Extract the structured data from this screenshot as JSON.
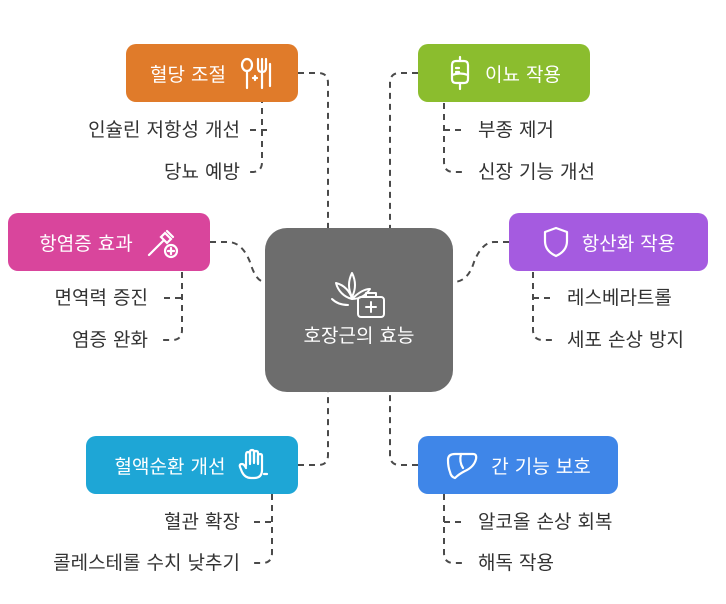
{
  "center": {
    "title": "호장근의 효능",
    "icon": "herb-medical-kit-icon"
  },
  "branches": {
    "blood_sugar": {
      "label": "혈당 조절",
      "color": "#e07b2a",
      "icon": "fork-spoon-icon",
      "items": [
        "인슐린 저항성 개선",
        "당뇨 예방"
      ]
    },
    "diuretic": {
      "label": "이뇨 작용",
      "color": "#8bbd2e",
      "icon": "iv-bag-icon",
      "items": [
        "부종 제거",
        "신장 기능 개선"
      ]
    },
    "anti_inflammatory": {
      "label": "항염증 효과",
      "color": "#d9459c",
      "icon": "needle-plus-icon",
      "items": [
        "면역력 증진",
        "염증 완화"
      ]
    },
    "antioxidant": {
      "label": "항산화 작용",
      "color": "#a55be0",
      "icon": "shield-icon",
      "items": [
        "레스베라트롤",
        "세포 손상 방지"
      ]
    },
    "circulation": {
      "label": "혈액순환 개선",
      "color": "#1ea6d6",
      "icon": "hand-icon",
      "items": [
        "혈관 확장",
        "콜레스테롤 수치 낮추기"
      ]
    },
    "liver": {
      "label": "간 기능 보호",
      "color": "#3f86e8",
      "icon": "liver-icon",
      "items": [
        "알코올 손상 회복",
        "해독 작용"
      ]
    }
  }
}
